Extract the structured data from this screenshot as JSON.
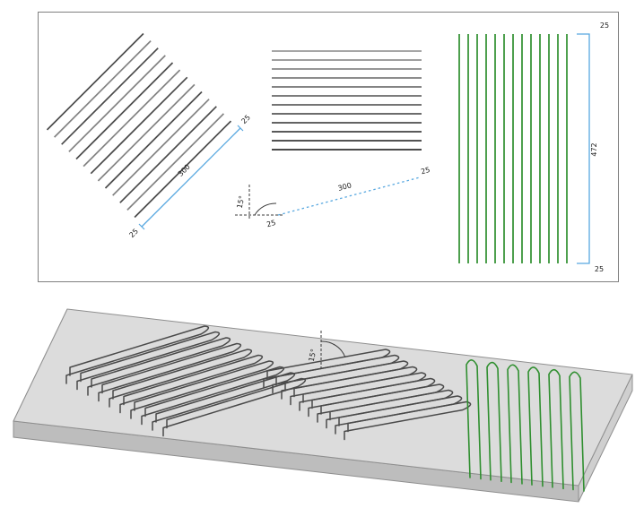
{
  "colors": {
    "dim_blue": "#58a8e0",
    "green": "#2f8f2f",
    "gray_dark": "#4a4a4a",
    "gray_mid": "#828282",
    "gray_light": "#9a9a9a",
    "panel_border": "#808080",
    "plate_top": "#dcdcdc",
    "plate_front": "#bdbdbd",
    "plate_right": "#cfcfcf",
    "plate_left": "#c6c6c6",
    "plate_edge": "#8f8f8f",
    "annotation_dark": "#3a3a3a",
    "label": "#1a1a1a"
  },
  "top_view": {
    "diagonal_group": {
      "line_count": 13,
      "dim_label": "300",
      "start_offset_label": "25",
      "end_offset_label": "25"
    },
    "horizontal_group": {
      "line_count": 12,
      "dim_label": "300",
      "angle_label": "15°",
      "start_offset_label": "25",
      "end_offset_label": "25"
    },
    "vertical_group": {
      "line_count": 13,
      "height_label": "472",
      "top_offset_label": "25",
      "bottom_offset_label": "25"
    }
  },
  "iso_view": {
    "left_group": {
      "staple_count": 10
    },
    "middle_group": {
      "staple_count": 10,
      "angle_label": "15°"
    },
    "right_group": {
      "hairpin_count": 6
    }
  }
}
